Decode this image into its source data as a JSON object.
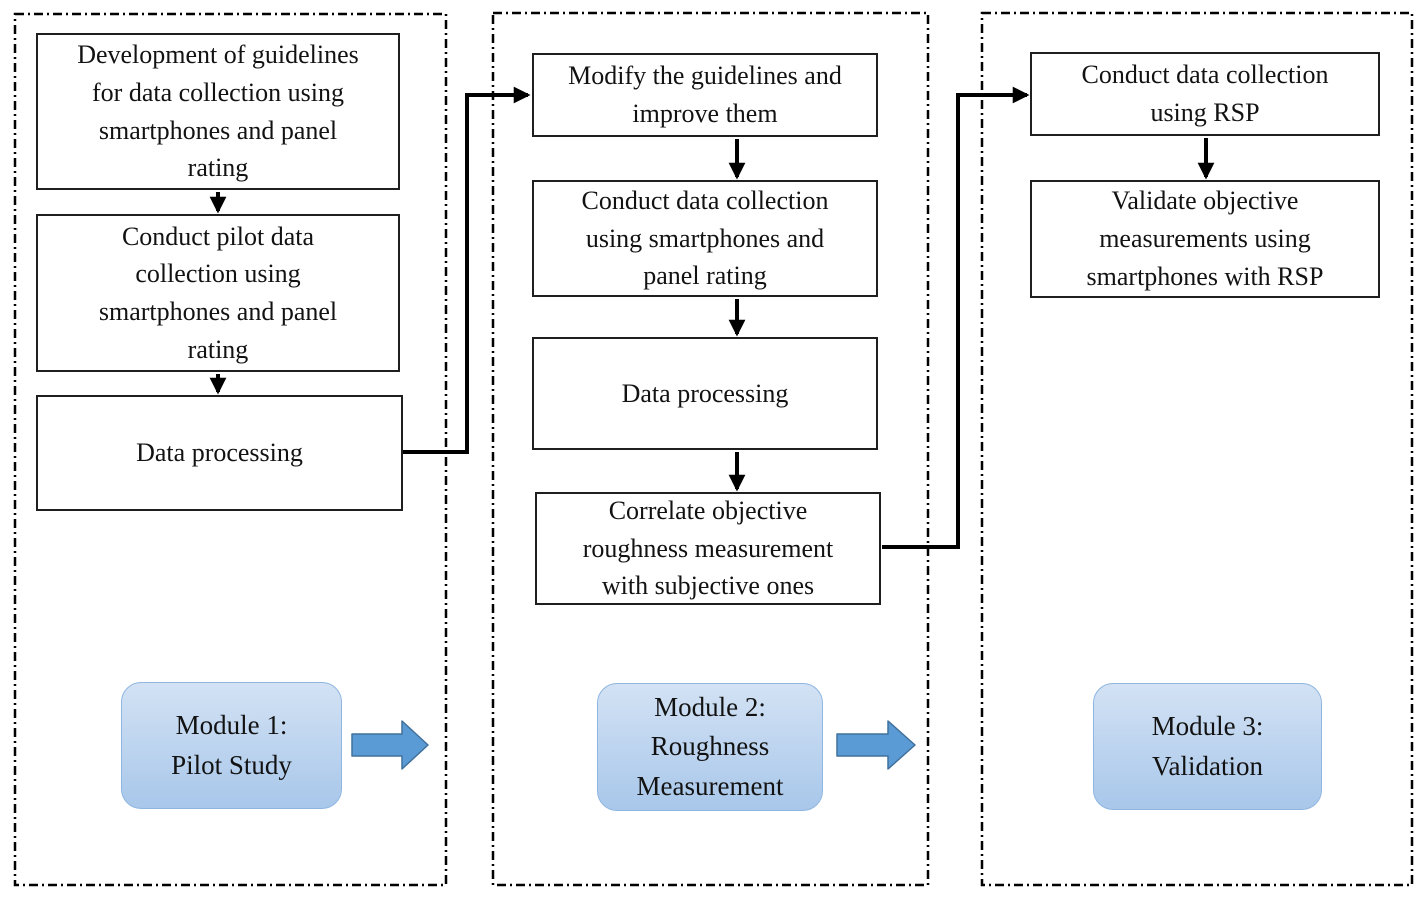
{
  "title": "Research methodology flowchart",
  "theme": {
    "background": "#ffffff",
    "text_color": "#121212",
    "box_border": "#1f1f1f",
    "line_color": "#000000",
    "module_fill_top": "#d3e2f4",
    "module_fill_bottom": "#a8c7ea",
    "module_border": "#8fb6e0",
    "block_arrow_fill": "#5b9bd5",
    "block_arrow_stroke": "#41719c"
  },
  "columns": [
    {
      "id": "module-1",
      "steps": [
        "Development of guidelines\nfor data collection using\nsmartphones and panel\nrating",
        "Conduct pilot data\ncollection using\nsmartphones and panel\nrating",
        "Data processing"
      ],
      "module_label": "Module 1:\nPilot Study"
    },
    {
      "id": "module-2",
      "steps": [
        "Modify the guidelines and\nimprove them",
        "Conduct data collection\nusing smartphones and\npanel rating",
        "Data processing",
        "Correlate objective\nroughness measurement\nwith subjective ones"
      ],
      "module_label": "Module 2:\nRoughness\nMeasurement"
    },
    {
      "id": "module-3",
      "steps": [
        "Conduct data collection\nusing RSP",
        "Validate objective\nmeasurements using\nsmartphones with RSP"
      ],
      "module_label": "Module 3:\nValidation"
    }
  ]
}
